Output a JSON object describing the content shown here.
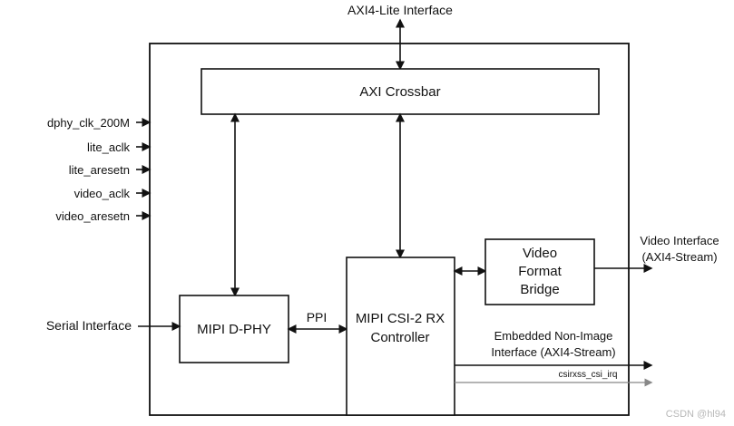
{
  "top_interface": "AXI4-Lite Interface",
  "blocks": {
    "axi_crossbar": "AXI Crossbar",
    "mipi_dphy": "MIPI D-PHY",
    "csi2_rx_line1": "MIPI CSI-2 RX",
    "csi2_rx_line2": "Controller",
    "vfb_line1": "Video",
    "vfb_line2": "Format",
    "vfb_line3": "Bridge"
  },
  "inputs": [
    "dphy_clk_200M",
    "lite_aclk",
    "lite_aresetn",
    "video_aclk",
    "video_aresetn"
  ],
  "serial_interface": "Serial Interface",
  "ppi_label": "PPI",
  "video_interface_line1": "Video Interface",
  "video_interface_line2": "(AXI4-Stream)",
  "embedded_line1": "Embedded Non-Image",
  "embedded_line2": "Interface (AXI4-Stream)",
  "irq_label": "csirxss_csi_irq",
  "watermark": "CSDN @hl94"
}
